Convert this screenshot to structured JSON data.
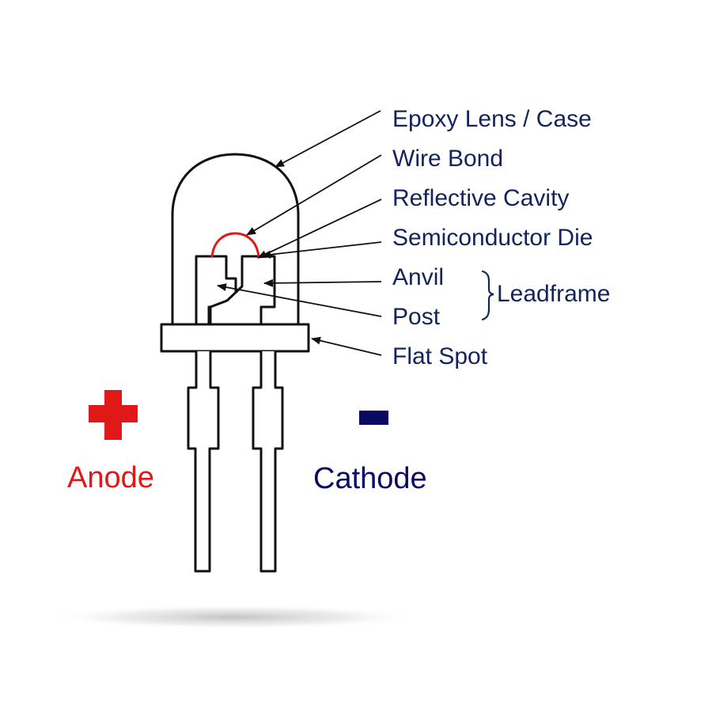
{
  "colors": {
    "outline": "#111111",
    "label_text": "#13245c",
    "anode": "#e01818",
    "cathode": "#0a0a63",
    "wire_bond": "#e01818",
    "shadow": "#bcbcbc"
  },
  "labels": {
    "epoxy_lens": "Epoxy Lens / Case",
    "wire_bond": "Wire Bond",
    "reflective_cavity": "Reflective Cavity",
    "semiconductor_die": "Semiconductor Die",
    "anvil": "Anvil",
    "post": "Post",
    "leadframe": "Leadframe",
    "flat_spot": "Flat Spot"
  },
  "terminals": {
    "anode": {
      "label": "Anode",
      "symbol": "plus-sign"
    },
    "cathode": {
      "label": "Cathode",
      "symbol": "minus-sign"
    }
  }
}
